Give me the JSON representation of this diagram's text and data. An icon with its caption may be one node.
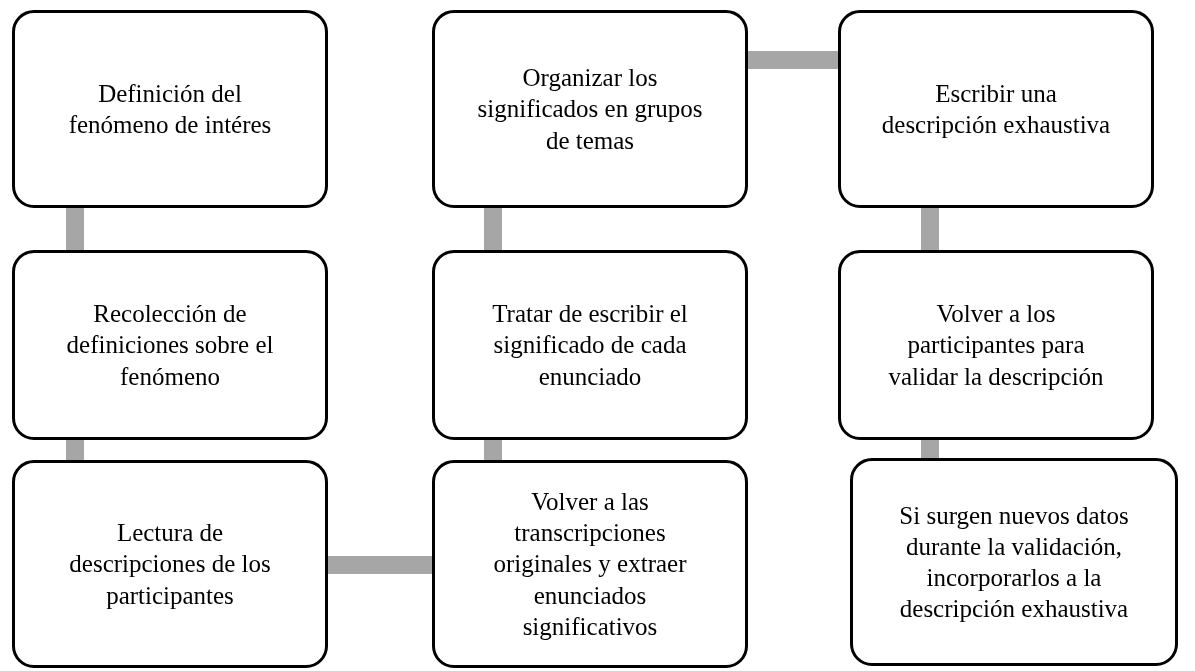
{
  "diagram": {
    "nodes": [
      {
        "text": [
          "Definición del fenómeno de intéres"
        ]
      },
      {
        "text": [
          "Recolección de definiciones sobre el fenómeno"
        ]
      },
      {
        "text": [
          "Lectura de descripciones de los participantes"
        ]
      },
      {
        "text": [
          "Volver a las transcripciones originales y extraer enunciados significativos"
        ]
      },
      {
        "text": [
          "Tratar de escribir el significado de cada enunciado"
        ]
      },
      {
        "text": [
          "Organizar los significados en grupos de temas"
        ]
      },
      {
        "text": [
          "Escribir una descripción exhaustiva"
        ]
      },
      {
        "text": [
          "Volver a los participantes para validar la descripción"
        ]
      },
      {
        "text": [
          "Si surgen nuevos datos durante la validación, incorporarlos a la descripción exhaustiva"
        ]
      }
    ],
    "edges": [
      {
        "from": 0,
        "to": 1,
        "arrow": "none"
      },
      {
        "from": 1,
        "to": 2,
        "arrow": "none"
      },
      {
        "from": 2,
        "to": 3,
        "arrow": "none"
      },
      {
        "from": 3,
        "to": 4,
        "arrow": "none"
      },
      {
        "from": 4,
        "to": 5,
        "arrow": "none"
      },
      {
        "from": 5,
        "to": 6,
        "arrow": "none"
      },
      {
        "from": 6,
        "to": 7,
        "arrow": "none"
      },
      {
        "from": 7,
        "to": 8,
        "arrow": "none"
      }
    ]
  }
}
